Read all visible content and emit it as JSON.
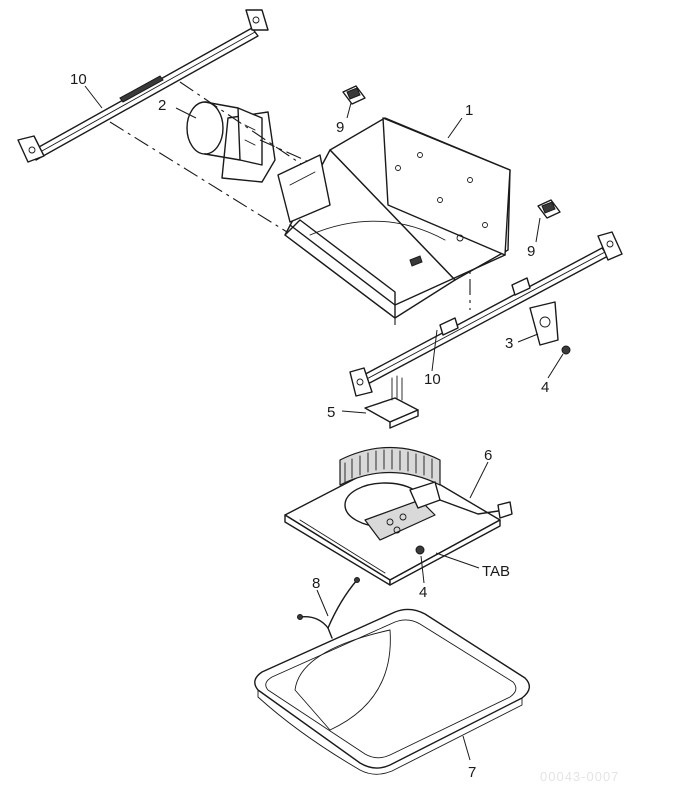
{
  "diagram": {
    "callouts": {
      "housing": "1",
      "duct_connector": "2",
      "bracket": "3",
      "screw_upper": "4",
      "screw_lower": "4",
      "receptacle": "5",
      "blower": "6",
      "grille": "7",
      "grille_spring": "8",
      "clip_left": "9",
      "clip_right": "9",
      "hanger_bar_upper": "10",
      "hanger_bar_lower": "10",
      "tab": "TAB"
    },
    "watermark": "00043-0007"
  }
}
